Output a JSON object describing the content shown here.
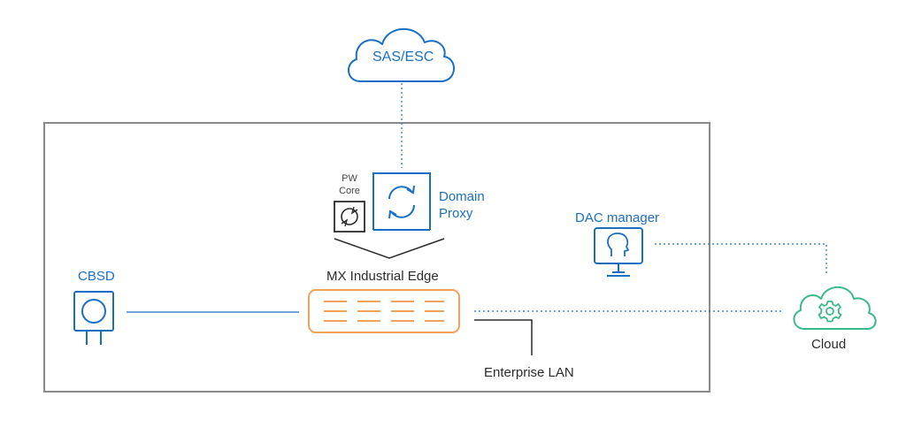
{
  "labels": {
    "sas_esc": "SAS/ESC",
    "pw_core": [
      "PW",
      "Core"
    ],
    "domain_proxy": [
      "Domain",
      "Proxy"
    ],
    "dac_manager": "DAC manager",
    "cbsd": "CBSD",
    "mx_industrial_edge": "MX Industrial Edge",
    "enterprise_lan": "Enterprise LAN",
    "cloud": "Cloud"
  },
  "icons": {
    "sas_esc": "cloud-icon",
    "pw_core": "sync-gear-icon",
    "domain_proxy": "sync-arrows-icon",
    "dac_manager": "monitor-person-icon",
    "cbsd": "radio-unit-icon",
    "mx_industrial_edge": "server-appliance-icon",
    "cloud": "cloud-gear-icon"
  },
  "colors": {
    "blue": "#1a6fc4",
    "orange": "#f0a25a",
    "green": "#3cb98a",
    "frame": "#8a8a8a",
    "dark": "#2b2b2b"
  }
}
